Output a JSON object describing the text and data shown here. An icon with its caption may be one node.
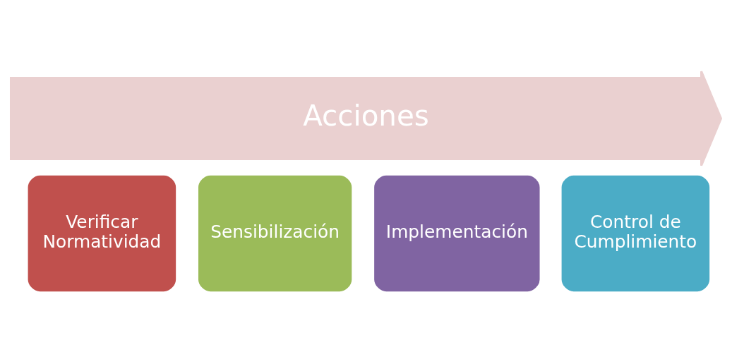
{
  "diagram": {
    "nodes": [
      {
        "text": [
          "Acciones"
        ]
      },
      {
        "text": [
          "Verificar Normatividad"
        ]
      },
      {
        "text": [
          "Sensibilización"
        ]
      },
      {
        "text": [
          "Implementación"
        ]
      },
      {
        "text": [
          "Control de Cumplimiento"
        ]
      }
    ]
  }
}
